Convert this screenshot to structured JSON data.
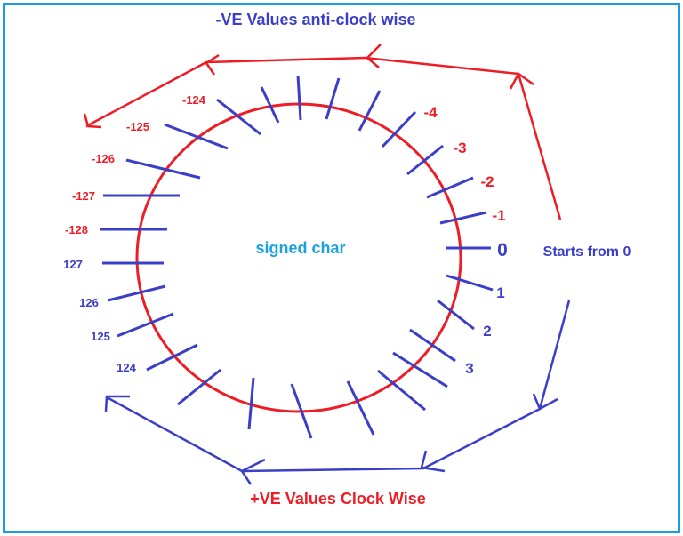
{
  "title_top": "-VE Values anti-clock wise",
  "title_bottom": "+VE Values Clock Wise",
  "center_label": "signed char",
  "start_label": "Starts from 0",
  "negative_labels": [
    "-124",
    "-125",
    "-126",
    "-127",
    "-128",
    "-4",
    "-3",
    "-2",
    "-1"
  ],
  "positive_labels": [
    "127",
    "126",
    "125",
    "124",
    "0",
    "1",
    "2",
    "3"
  ],
  "colors": {
    "blue": "#3b3fc8",
    "red": "#ee1c24",
    "cyan": "#1ba1e2",
    "border": "#1d9be6"
  }
}
